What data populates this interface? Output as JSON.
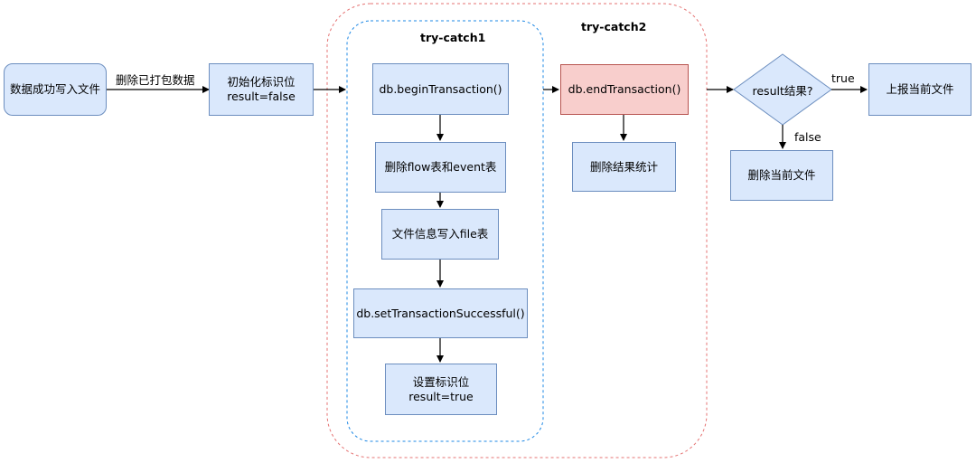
{
  "groups": {
    "try_catch_1": "try-catch1",
    "try_catch_2": "try-catch2"
  },
  "nodes": {
    "write_success": "数据成功写入文件",
    "init_flag": "初始化标识位\nresult=false",
    "begin_tx": "db.beginTransaction()",
    "delete_tables": "删除flow表和event表",
    "write_file_table": "文件信息写入file表",
    "set_tx_success": "db.setTransactionSuccessful()",
    "set_flag": "设置标识位\nresult=true",
    "end_tx": "db.endTransaction()",
    "delete_stats": "删除结果统计",
    "decision": "result结果?",
    "report_file": "上报当前文件",
    "delete_file": "删除当前文件"
  },
  "edge_labels": {
    "delete_packed": "删除已打包数据",
    "true": "true",
    "false": "false"
  },
  "colors": {
    "node_fill": "#dae8fc",
    "node_stroke": "#6c8ebf",
    "highlight_fill": "#f8cecc",
    "highlight_stroke": "#b85450",
    "group1_border": "#1e88e5",
    "group2_border": "#e57373"
  }
}
